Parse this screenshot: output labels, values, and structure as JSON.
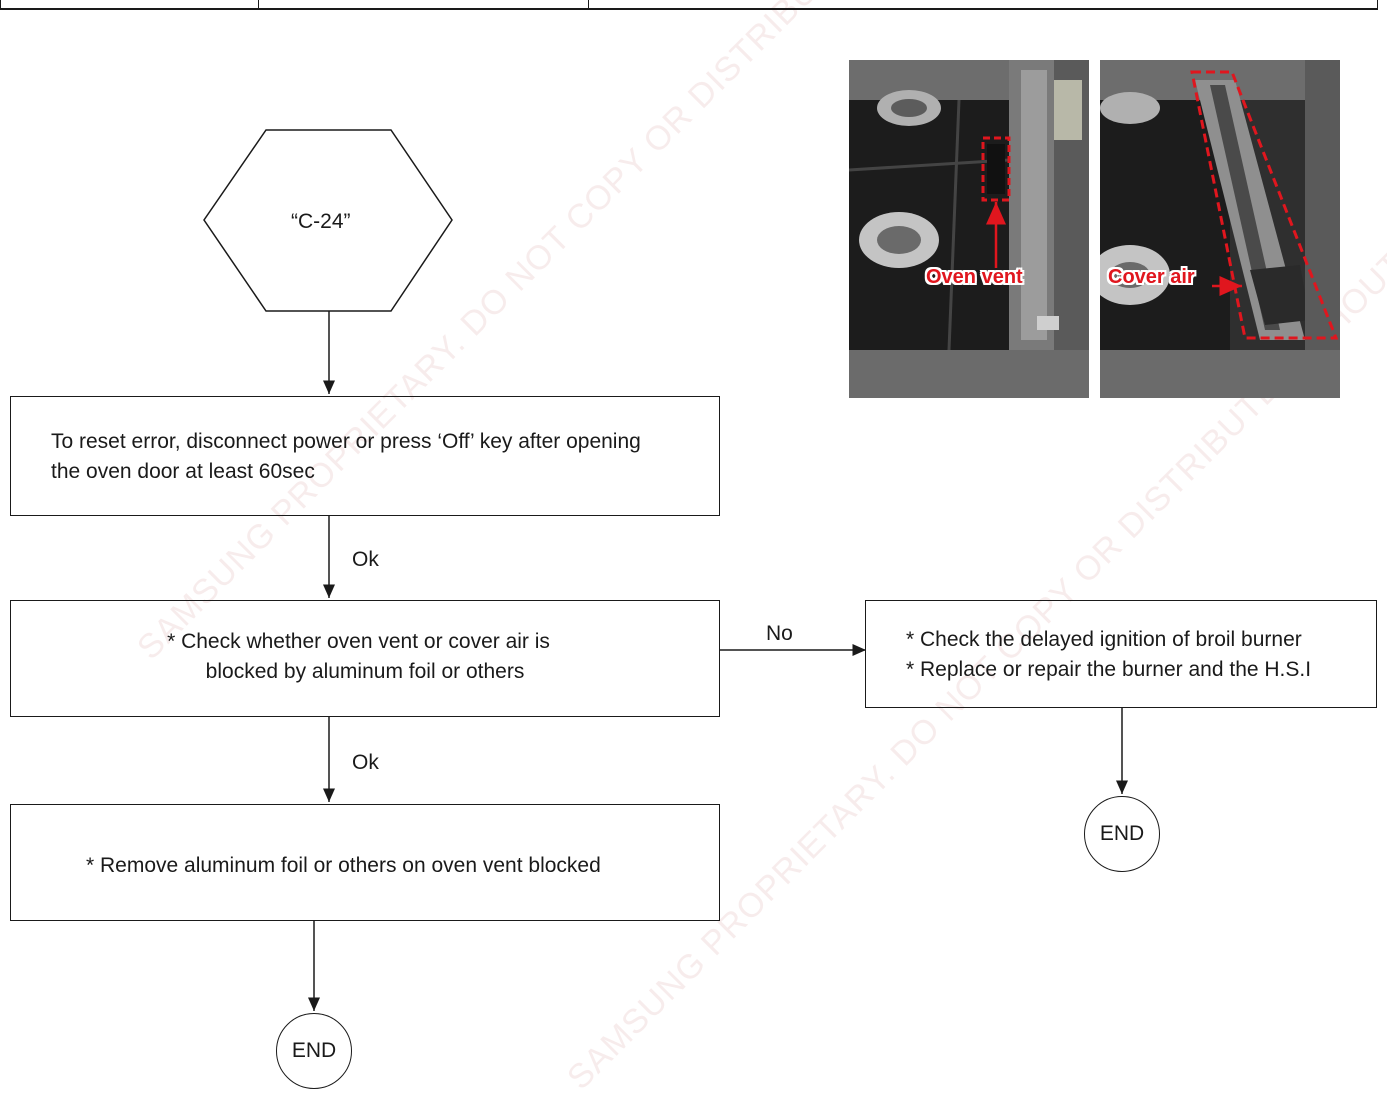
{
  "watermarks": [
    "SAMSUNG PROPRIETARY. DO NOT COPY OR DISTRIBUTE WITHOUT PERMISSION",
    "SAMSUNG PROPRIETARY. DO NOT COPY OR DISTRIBUTE WITHOUT PERMISSION"
  ],
  "flow": {
    "start": "“C-24”",
    "step1": [
      "To reset error, disconnect power or  press ‘Off’ key after opening",
      "the oven  door at least 60sec"
    ],
    "ok1": "Ok",
    "step2": [
      "* Check whether oven vent or cover air is",
      "blocked by aluminum foil or others"
    ],
    "ok2": "Ok",
    "step3": "* Remove aluminum foil or others on oven vent blocked",
    "no": "No",
    "step_no": [
      "* Check the delayed ignition of broil burner",
      "* Replace or repair the burner and the H.S.I"
    ],
    "end_left": "END",
    "end_right": "END"
  },
  "photos": {
    "oven_vent_label": "Oven vent",
    "cover_air_label": "Cover air"
  },
  "colors": {
    "accent": "#e0161e",
    "line": "#1a1a1a",
    "watermark": "#f2dede"
  }
}
